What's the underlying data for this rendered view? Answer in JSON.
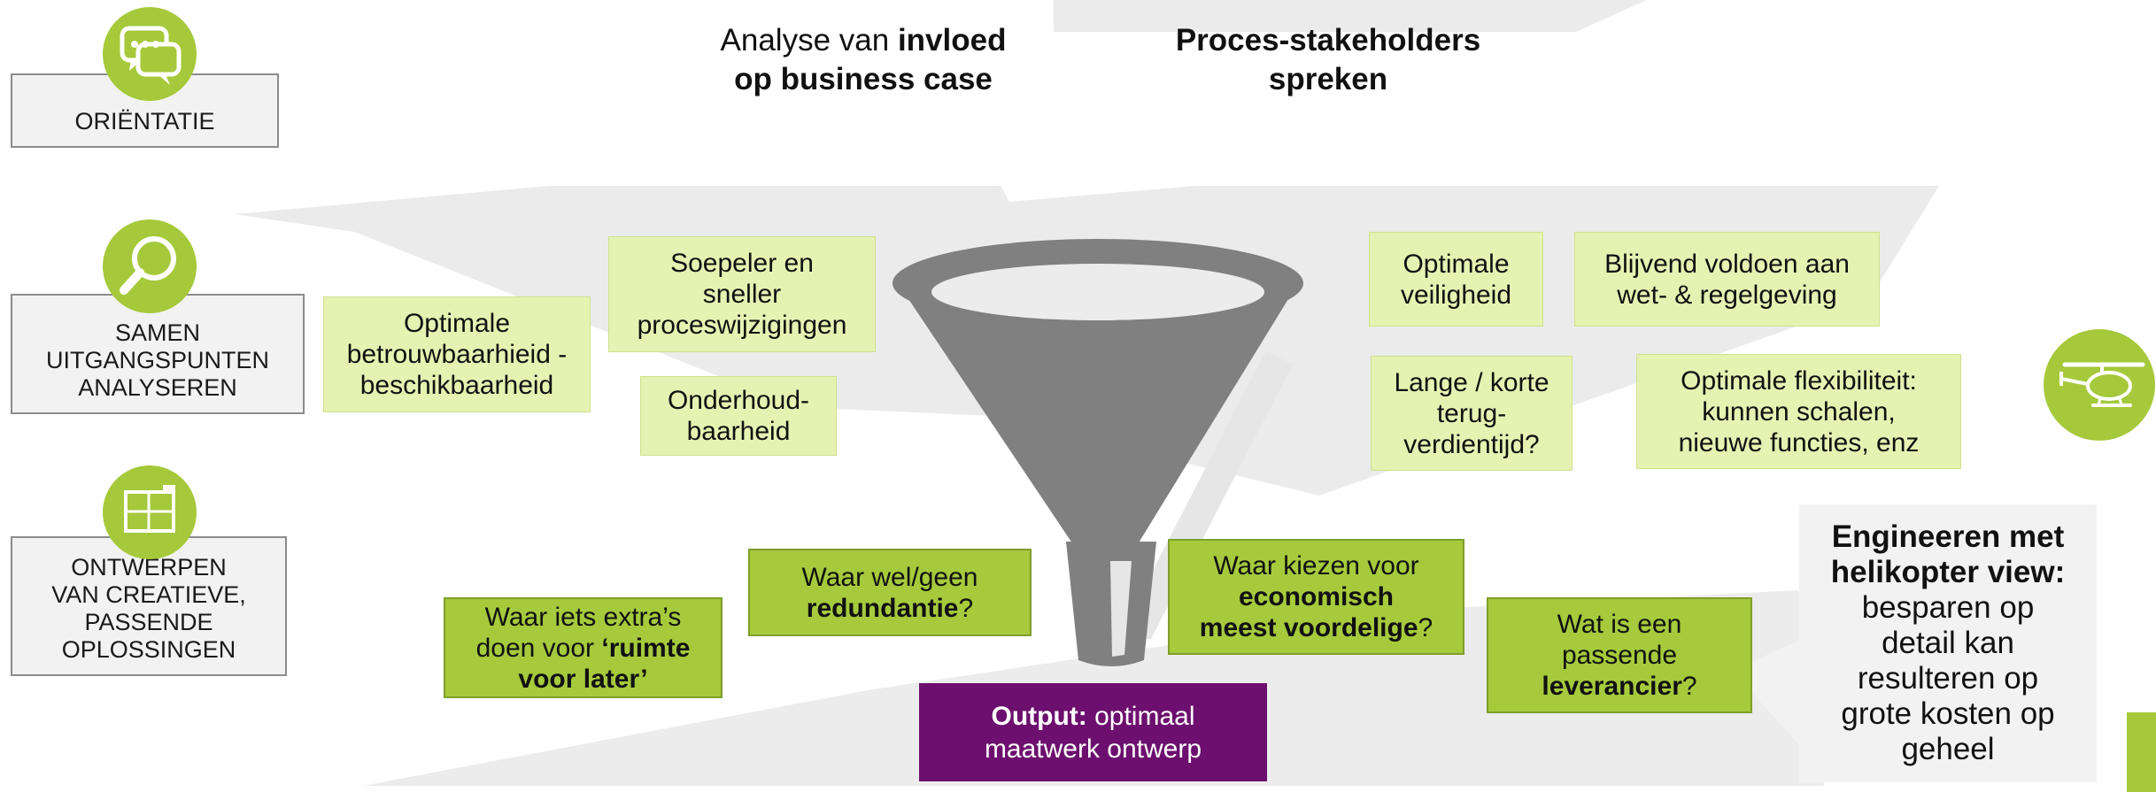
{
  "steps": [
    {
      "label": "ORIËNTATIE",
      "icon": "speech-bubbles-icon"
    },
    {
      "label": "SAMEN UITGANGSPUNTEN ANALYSEREN",
      "label_lines": [
        "SAMEN",
        "UITGANGSPUNTEN",
        "ANALYSEREN"
      ],
      "icon": "magnifier-icon"
    },
    {
      "label": "ONTWERPEN VAN CREATIEVE, PASSENDE OPLOSSINGEN",
      "label_lines": [
        "ONTWERPEN",
        "VAN CREATIEVE,",
        "PASSENDE",
        "OPLOSSINGEN"
      ],
      "icon": "floorplan-icon"
    }
  ],
  "headers": {
    "left": {
      "pre": "Analyse van ",
      "bold1": "invloed",
      "bold2": "op business case"
    },
    "right": {
      "line1": "Proces-stakeholders",
      "line2": "spreken"
    }
  },
  "inputs": [
    {
      "id": "betrouwbaarheid",
      "lines": [
        "Optimale",
        "betrouwbaarhieid -",
        "beschikbaarheid"
      ]
    },
    {
      "id": "proceswijzigingen",
      "lines": [
        "Soepeler en",
        "sneller",
        "proceswijzigingen"
      ]
    },
    {
      "id": "onderhoudbaarheid",
      "lines": [
        "Onderhoud-",
        "baarheid"
      ]
    },
    {
      "id": "veiligheid",
      "lines": [
        "Optimale",
        "veiligheid"
      ]
    },
    {
      "id": "regelgeving",
      "lines": [
        "Blijvend voldoen aan",
        "wet- & regelgeving"
      ]
    },
    {
      "id": "terugverdientijd",
      "lines": [
        "Lange / korte",
        "terug-",
        "verdientijd?"
      ]
    },
    {
      "id": "flexibiliteit",
      "lines": [
        "Optimale flexibiliteit:",
        "kunnen schalen,",
        "nieuwe functies, enz"
      ]
    }
  ],
  "questions": {
    "ruimte": {
      "l1": "Waar iets extra’s",
      "l2_pre": "doen voor ",
      "l2_bold": "‘ruimte",
      "l3_bold": "voor later’"
    },
    "redundantie": {
      "l1": "Waar wel/geen",
      "bold": "redundantie",
      "post": "?"
    },
    "economisch": {
      "l1": "Waar kiezen voor",
      "bold1": "economisch",
      "bold2": "meest voordelige",
      "post": "?"
    },
    "leverancier": {
      "l1": "Wat is een",
      "l2": "passende",
      "bold": "leverancier",
      "post": "?"
    }
  },
  "output": {
    "bold": "Output:",
    "rest1": " optimaal",
    "rest2": "maatwerk ontwerp"
  },
  "helicopter": {
    "icon": "helicopter-icon",
    "bold1": "Engineeren met",
    "bold2": "helikopter view:",
    "lines": [
      "besparen op",
      "detail kan",
      "resulteren op",
      "grote kosten op",
      "geheel"
    ]
  },
  "colors": {
    "accent_green": "#a5c93a",
    "light_green": "#e6f2b2",
    "purple": "#6c0f6e",
    "funnel_grey": "#808080",
    "band_grey": "#ebebeb"
  }
}
